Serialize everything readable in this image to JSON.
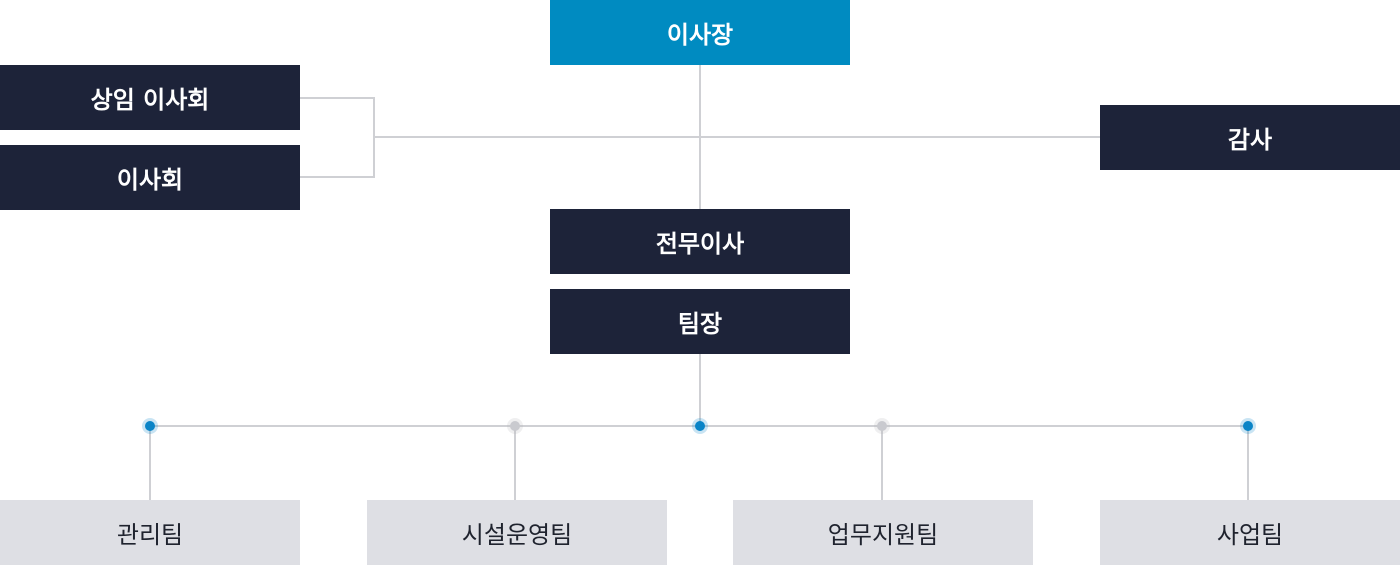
{
  "org_chart": {
    "chairman": "이사장",
    "standing_board": "상임 이사회",
    "board": "이사회",
    "auditor": "감사",
    "managing_director": "전무이사",
    "team_leader": "팀장",
    "teams": [
      "관리팀",
      "시설운영팀",
      "업무지원팀",
      "사업팀"
    ]
  },
  "colors": {
    "chairman_bg": "#008bc1",
    "dark_box_bg": "#1d2339",
    "team_box_bg": "#dedfe4",
    "connector": "#cfd0d4",
    "dot_active": "#0a84c7",
    "dot_inactive": "#c9cacf"
  }
}
